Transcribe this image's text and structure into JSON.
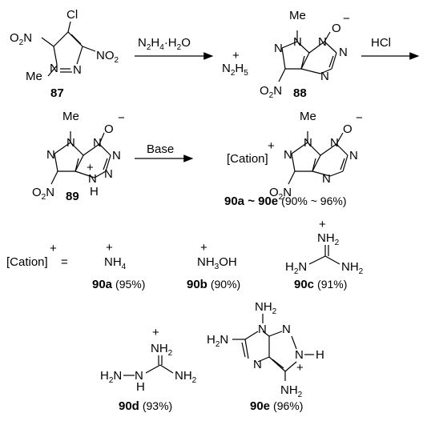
{
  "compounds": {
    "c87": {
      "id": "87",
      "atoms": {
        "cl": "Cl",
        "no2_left": "O2N",
        "no2_right": "NO2",
        "me": "Me",
        "n1": "N",
        "n2": "N"
      }
    },
    "c88": {
      "id": "88",
      "cation": "N2H5",
      "atoms": {
        "me": "Me",
        "o": "O",
        "no2": "O2N"
      }
    },
    "c89": {
      "id": "89",
      "atoms": {
        "me": "Me",
        "o": "O",
        "no2": "O2N",
        "nh": "N",
        "h": "H"
      }
    },
    "c90": {
      "id": "90a ~ 90e",
      "yield": "(90% ~ 96%)",
      "cation": "[Cation]",
      "atoms": {
        "me": "Me",
        "o": "O",
        "no2": "O2N"
      }
    }
  },
  "reagents": {
    "step1": "N2H4·H2O",
    "step2": "HCl",
    "step3": "Base"
  },
  "cation_definition": {
    "label": "[Cation]",
    "equals": "="
  },
  "cations": [
    {
      "id": "90a",
      "formula": "NH4",
      "yield": "(95%)"
    },
    {
      "id": "90b",
      "formula": "NH3OH",
      "yield": "(90%)"
    },
    {
      "id": "90c",
      "formula": "guanidinium",
      "yield": "(91%)"
    },
    {
      "id": "90d",
      "formula": "aminoguanidinium",
      "yield": "(93%)"
    },
    {
      "id": "90e",
      "formula": "triaminotriazolotriazolium",
      "yield": "(96%)"
    }
  ],
  "charges": {
    "plus": "+",
    "minus": "−"
  }
}
